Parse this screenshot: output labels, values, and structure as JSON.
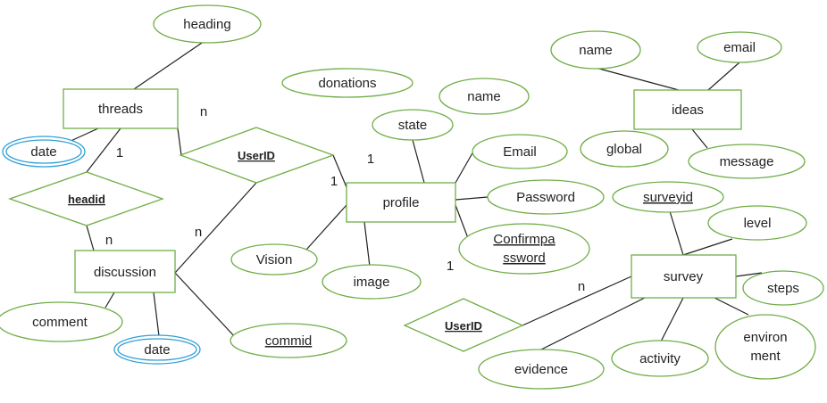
{
  "entities": {
    "threads": "threads",
    "discussion": "discussion",
    "profile": "profile",
    "ideas": "ideas",
    "survey": "survey"
  },
  "relationships": {
    "userid_top": "UserID",
    "headid": "headid",
    "userid_bottom": "UserID"
  },
  "attributes": {
    "heading": "heading",
    "date_threads": "date",
    "comment": "comment",
    "date_discussion": "date",
    "commid": "commid",
    "donations": "donations",
    "name_profile": "name",
    "state": "state",
    "email_profile": "Email",
    "password": "Password",
    "confirm_line1": "Confirmpa",
    "confirm_line2": "ssword",
    "vision": "Vision",
    "image": "image",
    "name_ideas": "name",
    "email_ideas": "email",
    "global": "global",
    "message": "message",
    "surveyid": "surveyid",
    "level": "level",
    "steps": "steps",
    "environ_line1": "environ",
    "environ_line2": "ment",
    "activity": "activity",
    "evidence": "evidence"
  },
  "cardinalities": {
    "threads_userid": "n",
    "threads_headid": "1",
    "headid_discussion": "n",
    "userid_discussion": "n",
    "userid_profile_a": "1",
    "userid_profile_b": "1",
    "profile_survey": "1",
    "survey_userid": "n"
  },
  "colors": {
    "shape_border": "#70ad47",
    "key_border": "#2e9fd6",
    "line": "#222222",
    "spellcheck": "#c00000"
  }
}
